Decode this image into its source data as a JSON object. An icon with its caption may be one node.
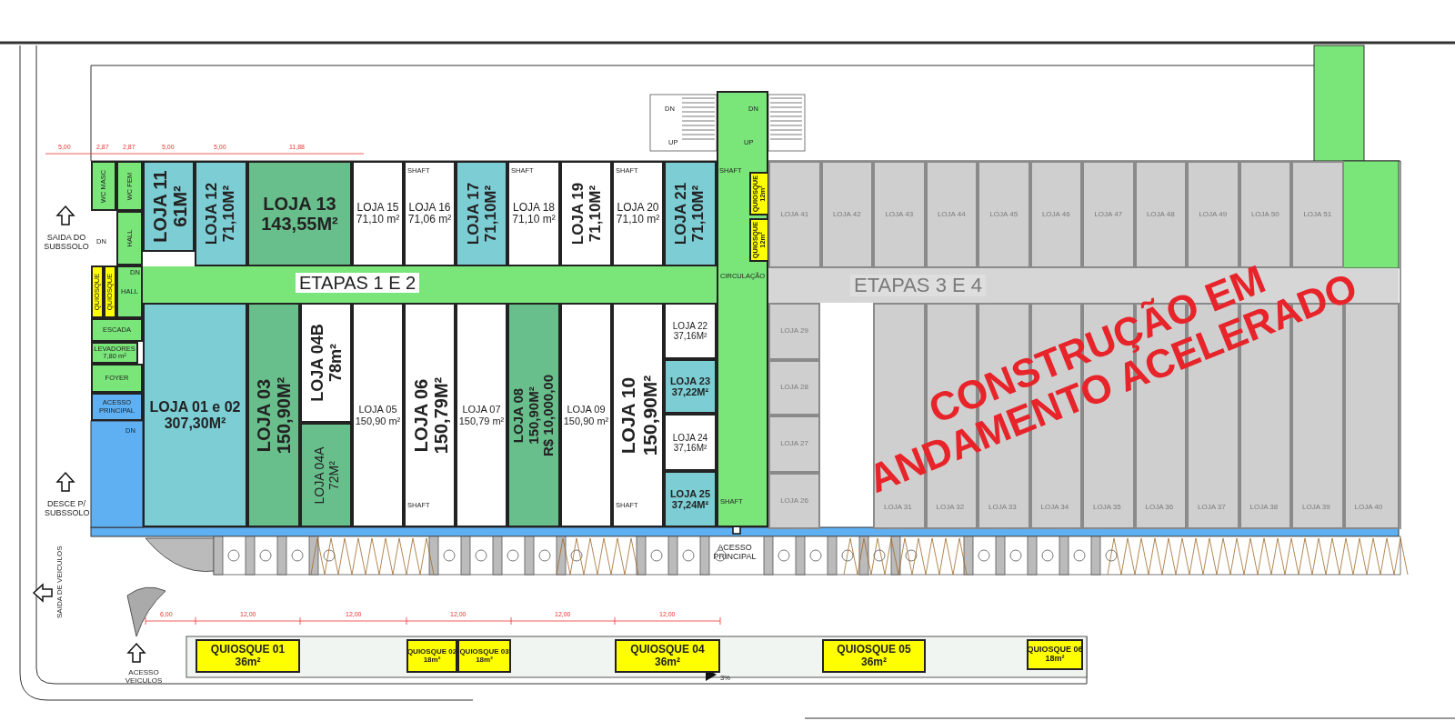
{
  "diagram": {
    "nodes": [
      {
        "text": [
          "LOJA 11",
          "61M²"
        ]
      },
      {
        "text": [
          "LOJA 12",
          "71,10M²"
        ]
      },
      {
        "text": [
          "LOJA 13",
          "143,55M²"
        ]
      },
      {
        "text": [
          "LOJA 15",
          "71,10 m²"
        ]
      },
      {
        "text": [
          "LOJA 16",
          "71,06 m²"
        ]
      },
      {
        "text": [
          "LOJA 17",
          "71,10M²"
        ]
      },
      {
        "text": [
          "LOJA 18",
          "71,10 m²"
        ]
      },
      {
        "text": [
          "LOJA 19",
          "71,10M²"
        ]
      },
      {
        "text": [
          "LOJA 20",
          "71,10 m²"
        ]
      },
      {
        "text": [
          "LOJA 21",
          "71,10M²"
        ]
      },
      {
        "text": [
          "QUIOSQUE",
          "12m²"
        ],
        "in": 12
      },
      {
        "text": [
          "QUIOSQUE",
          "12m²"
        ],
        "in": 12
      },
      {
        "text": [
          "CIRCULAÇÃO"
        ]
      },
      {
        "text": [
          "LOJA 01 e 02",
          "307,30M²"
        ]
      },
      {
        "text": [
          "LOJA 03",
          "150,90M²"
        ]
      },
      {
        "text": [
          "LOJA 04B",
          "78m²"
        ]
      },
      {
        "text": [
          "LOJA 04A",
          "72M²"
        ]
      },
      {
        "text": [
          "LOJA 05",
          "150,90 m²"
        ]
      },
      {
        "text": [
          "LOJA 06",
          "150,79M²"
        ]
      },
      {
        "text": [
          "LOJA 07",
          "150,79 m²"
        ]
      },
      {
        "text": [
          "LOJA 08",
          "150,90M²",
          "R$ 10,000,00"
        ]
      },
      {
        "text": [
          "LOJA 09",
          "150,90 m²"
        ]
      },
      {
        "text": [
          "LOJA 10",
          "150,90M²"
        ]
      },
      {
        "text": [
          "LOJA 22",
          "37,16M²"
        ]
      },
      {
        "text": [
          "LOJA 23",
          "37,22M²"
        ]
      },
      {
        "text": [
          "LOJA 24",
          "37,16M²"
        ]
      },
      {
        "text": [
          "LOJA 25",
          "37,24M²"
        ]
      },
      {
        "text": [
          "WC MASC"
        ]
      },
      {
        "text": [
          "WC FEM"
        ]
      },
      {
        "text": [
          "HALL"
        ]
      },
      {
        "text": [
          "QUIOSQUE"
        ]
      },
      {
        "text": [
          "QUIOSQUE"
        ]
      },
      {
        "text": [
          "HALL"
        ]
      },
      {
        "text": [
          "ESCADA"
        ]
      },
      {
        "text": [
          "LEVADORES",
          "7,80 m²"
        ]
      },
      {
        "text": [
          "FOYER"
        ]
      },
      {
        "text": [
          "ACESSO PRINCIPAL"
        ]
      },
      {
        "text": [
          "ETAPAS 1 E 2"
        ]
      },
      {
        "text": [
          "LOJA 41"
        ]
      },
      {
        "text": [
          "LOJA 42"
        ]
      },
      {
        "text": [
          "LOJA 43"
        ]
      },
      {
        "text": [
          "LOJA 44"
        ]
      },
      {
        "text": [
          "LOJA 45"
        ]
      },
      {
        "text": [
          "LOJA 46"
        ]
      },
      {
        "text": [
          "LOJA 47"
        ]
      },
      {
        "text": [
          "LOJA 48"
        ]
      },
      {
        "text": [
          "LOJA 49"
        ]
      },
      {
        "text": [
          "LOJA 50"
        ]
      },
      {
        "text": [
          "LOJA 51"
        ]
      },
      {
        "text": [
          "ETAPAS 3 E 4"
        ]
      },
      {
        "text": [
          "LOJA 29"
        ]
      },
      {
        "text": [
          "LOJA 28"
        ]
      },
      {
        "text": [
          "LOJA 27"
        ]
      },
      {
        "text": [
          "LOJA 26"
        ]
      },
      {
        "text": [
          "LOJA 31"
        ]
      },
      {
        "text": [
          "LOJA 32"
        ]
      },
      {
        "text": [
          "LOJA 33"
        ]
      },
      {
        "text": [
          "LOJA 34"
        ]
      },
      {
        "text": [
          "LOJA 35"
        ]
      },
      {
        "text": [
          "LOJA 36"
        ]
      },
      {
        "text": [
          "LOJA 37"
        ]
      },
      {
        "text": [
          "LOJA 38"
        ]
      },
      {
        "text": [
          "LOJA 39"
        ]
      },
      {
        "text": [
          "LOJA 40"
        ]
      },
      {
        "text": [
          "QUIOSQUE 01",
          "36m²"
        ]
      },
      {
        "text": [
          "QUIOSQUE 02",
          "18m²"
        ]
      },
      {
        "text": [
          "QUIOSQUE 03",
          "18m²"
        ]
      },
      {
        "text": [
          "QUIOSQUE 04",
          "36m²"
        ]
      },
      {
        "text": [
          "QUIOSQUE 05",
          "36m²"
        ]
      },
      {
        "text": [
          "QUIOSQUE 06",
          "18m²"
        ]
      }
    ],
    "labels": [
      "5,00",
      "2,87",
      "2,87",
      "5,00",
      "5,00",
      "11,88",
      "DN",
      "DN",
      "UP",
      "UP",
      "SHAFT",
      "SHAFT",
      "SHAFT",
      "SHAFT",
      "DN",
      "SAIDA DO SUBSSOLO",
      "DN",
      "DN",
      "SHAFT",
      "SHAFT",
      "SHAFT",
      "DESCE P/ SUBSSOLO",
      "ACESSO PRINCIPAL",
      "SAIDA DE VEICULOS",
      "6,00",
      "12,00",
      "12,00",
      "12,00",
      "12,00",
      "12,00",
      "3%",
      "ACESSO VEICULOS",
      "CONSTRUÇÃO EM",
      "ANDAMENTO ACELERADO"
    ]
  }
}
